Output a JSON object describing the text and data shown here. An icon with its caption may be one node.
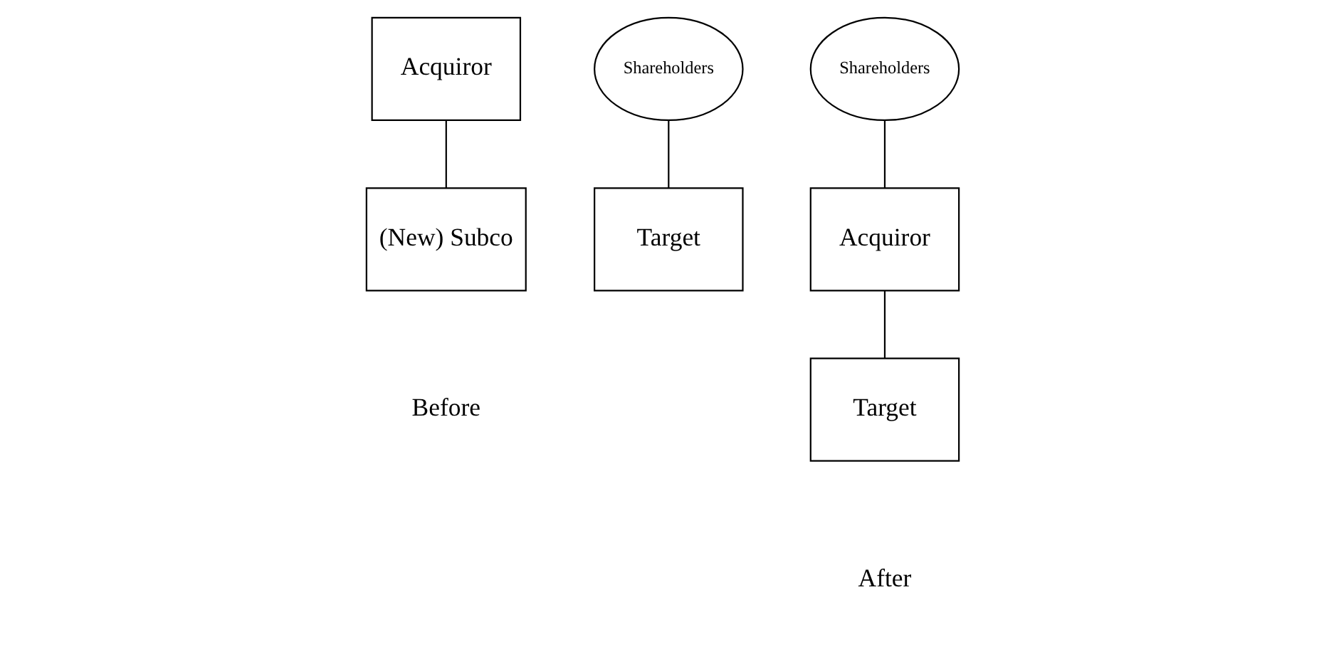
{
  "diagram": {
    "nodes": [
      {
        "text": [
          "Acquiror"
        ]
      },
      {
        "text": [
          "Shareholders"
        ]
      },
      {
        "text": [
          "(New) Subco"
        ]
      },
      {
        "text": [
          "Target"
        ]
      },
      {
        "text": [
          "Shareholders"
        ]
      },
      {
        "text": [
          "Acquiror"
        ]
      },
      {
        "text": [
          "Target"
        ]
      }
    ],
    "edges": [
      {
        "from": 0,
        "to": 2,
        "arrow": "none"
      },
      {
        "from": 1,
        "to": 3,
        "arrow": "none"
      },
      {
        "from": 4,
        "to": 5,
        "arrow": "none"
      },
      {
        "from": 5,
        "to": 6,
        "arrow": "none"
      }
    ],
    "labels": [
      "Before",
      "After"
    ]
  }
}
